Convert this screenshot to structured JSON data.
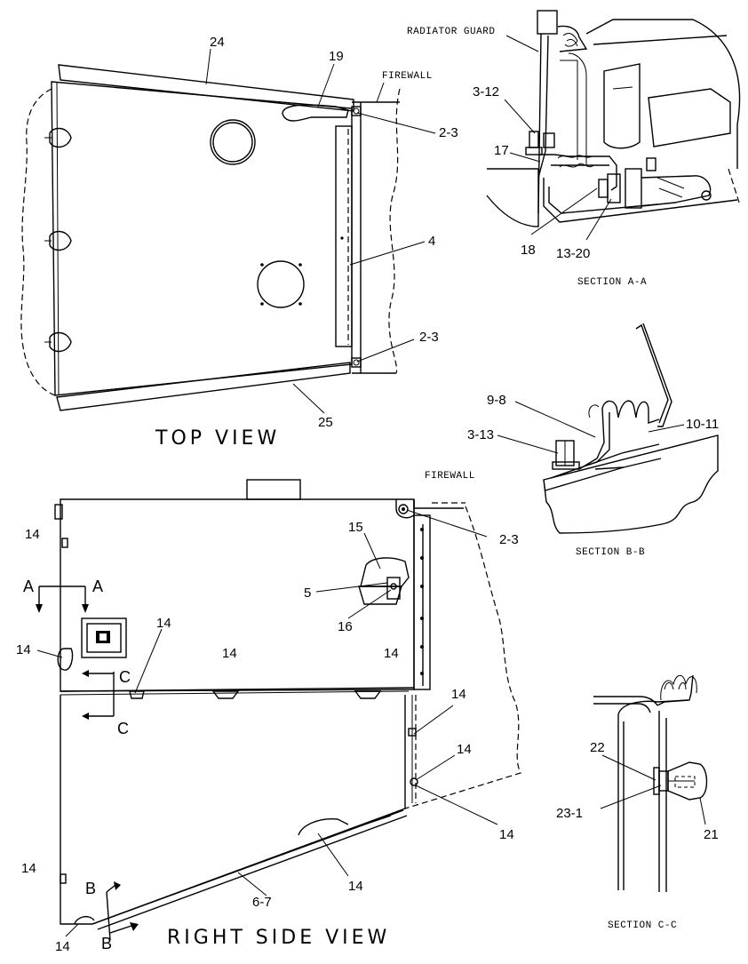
{
  "views": {
    "top": "TOP VIEW",
    "right_side": "RIGHT SIDE VIEW",
    "section_a": "SECTION A-A",
    "section_b": "SECTION B-B",
    "section_c": "SECTION C-C"
  },
  "notes": {
    "radiator_guard": "RADIATOR GUARD",
    "firewall_top": "FIREWALL",
    "firewall_side": "FIREWALL"
  },
  "callouts": {
    "top_24": "24",
    "top_19": "19",
    "top_2_3_a": "2-3",
    "top_4": "4",
    "top_2_3_b": "2-3",
    "top_25": "25",
    "sa_3_12": "3-12",
    "sa_17": "17",
    "sa_18": "18",
    "sa_13_20": "13-20",
    "sb_9_8": "9-8",
    "sb_3_13": "3-13",
    "sb_10_11": "10-11",
    "rs_14_a": "14",
    "rs_15": "15",
    "rs_2_3": "2-3",
    "rs_5": "5",
    "rs_16": "16",
    "rs_14_b": "14",
    "rs_14_c": "14",
    "rs_14_d": "14",
    "rs_14_e": "14",
    "rs_14_f": "14",
    "rs_14_g": "14",
    "rs_14_h": "14",
    "rs_14_i": "14",
    "rs_14_j": "14",
    "rs_14_k": "14",
    "rs_6_7": "6-7",
    "sc_22": "22",
    "sc_23_1": "23-1",
    "sc_21": "21"
  },
  "section_markers": {
    "a_left": "A",
    "a_right": "A",
    "b_top": "B",
    "b_bottom": "B",
    "c_top": "C",
    "c_bottom": "C"
  }
}
